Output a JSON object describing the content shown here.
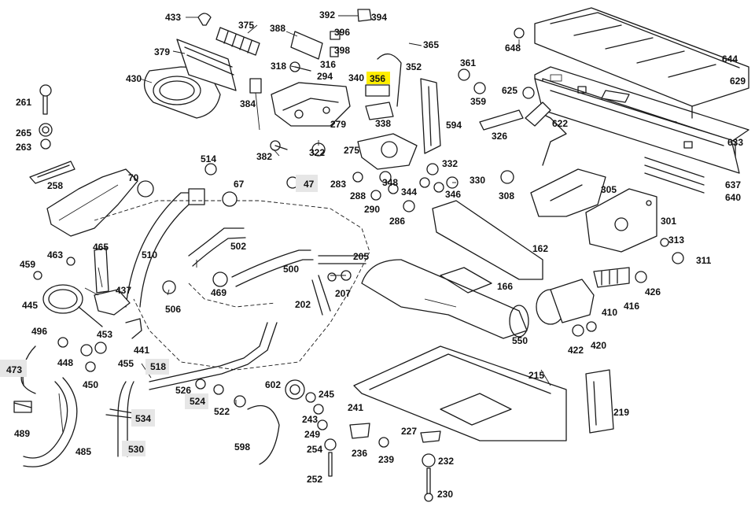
{
  "highlight_colors": {
    "selected": "#ffee00",
    "marked": "#e6e6e6"
  },
  "labels": {
    "n433": "433",
    "n375": "375",
    "n392": "392",
    "n394": "394",
    "n388": "388",
    "n396": "396",
    "n365": "365",
    "n648": "648",
    "n644": "644",
    "n629": "629",
    "n379": "379",
    "n398": "398",
    "n318": "318",
    "n316": "316",
    "n294": "294",
    "n340": "340",
    "n356": "356",
    "n352": "352",
    "n361": "361",
    "n430": "430",
    "n384": "384",
    "n279": "279",
    "n338": "338",
    "n359": "359",
    "n625": "625",
    "n261": "261",
    "n594": "594",
    "n622": "622",
    "n265": "265",
    "n263": "263",
    "n326": "326",
    "n633": "633",
    "n382": "382",
    "n322": "322",
    "n275": "275",
    "n332": "332",
    "n258": "258",
    "n514": "514",
    "n330": "330",
    "n70": "70",
    "n67": "67",
    "n47": "47",
    "n283": "283",
    "n348": "348",
    "n288": "288",
    "n344": "344",
    "n346": "346",
    "n308": "308",
    "n305": "305",
    "n637": "637",
    "n640": "640",
    "n290": "290",
    "n286": "286",
    "n301": "301",
    "n313": "313",
    "n311": "311",
    "n510": "510",
    "n502": "502",
    "n162": "162",
    "n459": "459",
    "n463": "463",
    "n465": "465",
    "n205": "205",
    "n500": "500",
    "n426": "426",
    "n166": "166",
    "n437": "437",
    "n469": "469",
    "n207": "207",
    "n445": "445",
    "n506": "506",
    "n202": "202",
    "n416": "416",
    "n410": "410",
    "n453": "453",
    "n441": "441",
    "n496": "496",
    "n550": "550",
    "n422": "422",
    "n420": "420",
    "n448": "448",
    "n455": "455",
    "n473": "473",
    "n518": "518",
    "n450": "450",
    "n215": "215",
    "n602": "602",
    "n526": "526",
    "n245": "245",
    "n524": "524",
    "n522": "522",
    "n241": "241",
    "n219": "219",
    "n534": "534",
    "n243": "243",
    "n489": "489",
    "n227": "227",
    "n249": "249",
    "n598": "598",
    "n530": "530",
    "n254": "254",
    "n236": "236",
    "n239": "239",
    "n485": "485",
    "n232": "232",
    "n252": "252",
    "n230": "230"
  }
}
